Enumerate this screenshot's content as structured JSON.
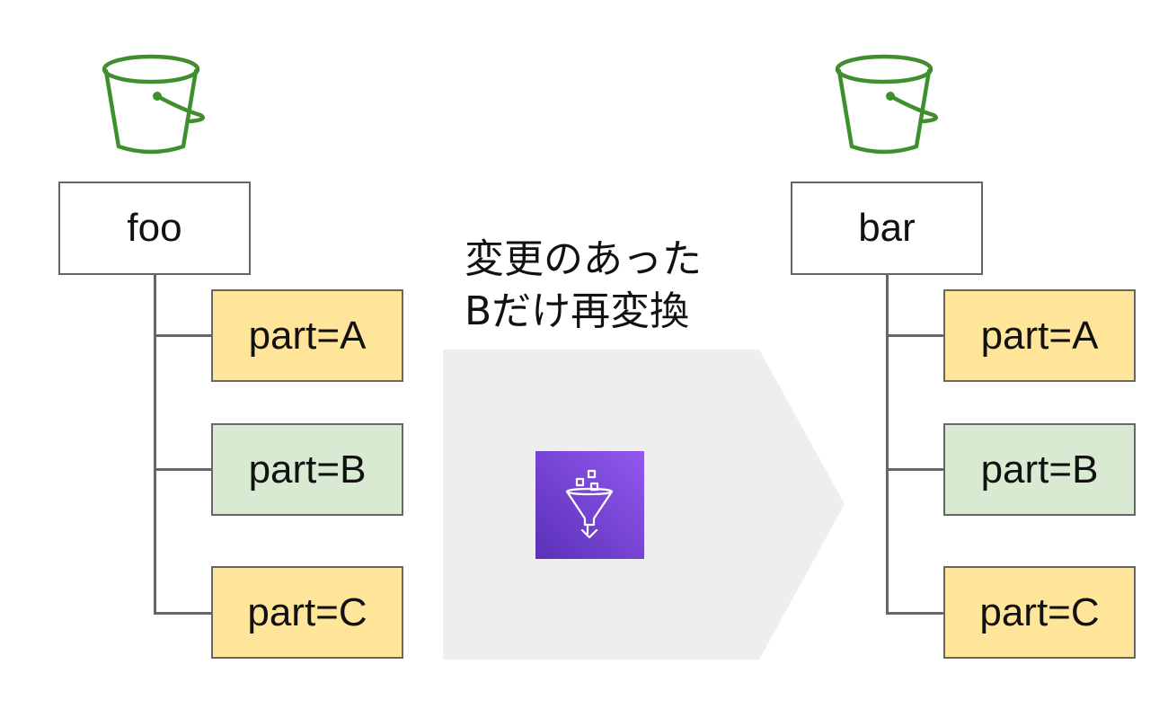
{
  "colors": {
    "bucket_green": "#3f8f2f",
    "changed_partition": "#d9ead3",
    "unchanged_partition": "#ffe599",
    "border_gray": "#666666",
    "arrow_bg": "#eeeeee",
    "glue_gradient_start": "#5a31b8",
    "glue_gradient_end": "#9358ee"
  },
  "caption": {
    "line1": "変更のあった",
    "line2": "Bだけ再変換"
  },
  "source": {
    "icon": "s3-bucket-icon",
    "name": "foo",
    "partitions": [
      {
        "label": "part=A",
        "status": "unchanged"
      },
      {
        "label": "part=B",
        "status": "changed"
      },
      {
        "label": "part=C",
        "status": "unchanged"
      }
    ]
  },
  "target": {
    "icon": "s3-bucket-icon",
    "name": "bar",
    "partitions": [
      {
        "label": "part=A",
        "status": "unchanged"
      },
      {
        "label": "part=B",
        "status": "changed"
      },
      {
        "label": "part=C",
        "status": "unchanged"
      }
    ]
  },
  "transform": {
    "icon": "aws-glue-icon"
  }
}
